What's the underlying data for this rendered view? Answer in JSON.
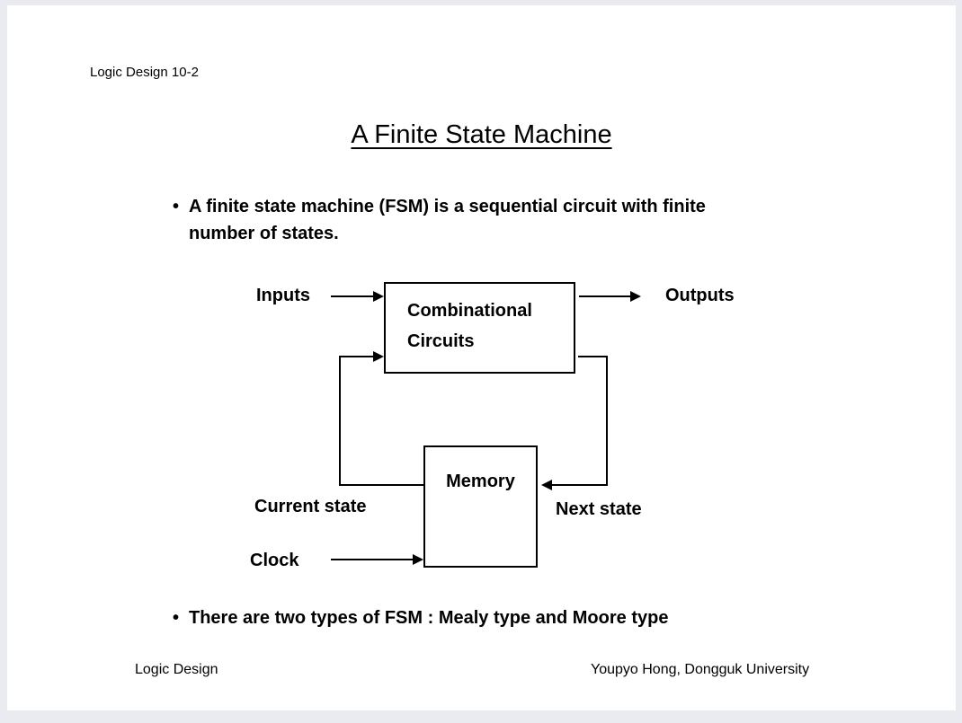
{
  "page": {
    "header": "Logic Design 10-2",
    "title": "A Finite State Machine",
    "bullets": [
      {
        "lines": [
          "A finite state machine (FSM) is a sequential circuit with finite",
          "number of states."
        ]
      },
      {
        "lines": [
          "There are two types of FSM : Mealy type and Moore type"
        ]
      }
    ],
    "bullet_marker": "•",
    "footer_left": "Logic Design",
    "footer_right": "Youpyo Hong, Dongguk University"
  },
  "diagram": {
    "combinational_box": {
      "line1": "Combinational",
      "line2": "Circuits"
    },
    "memory_box": {
      "label": "Memory"
    },
    "labels": {
      "inputs": "Inputs",
      "outputs": "Outputs",
      "current_state": "Current state",
      "next_state": "Next state",
      "clock": "Clock"
    }
  },
  "colors": {
    "background": "#e9ebf0",
    "page": "#ffffff",
    "text": "#000000",
    "line": "#000000"
  }
}
